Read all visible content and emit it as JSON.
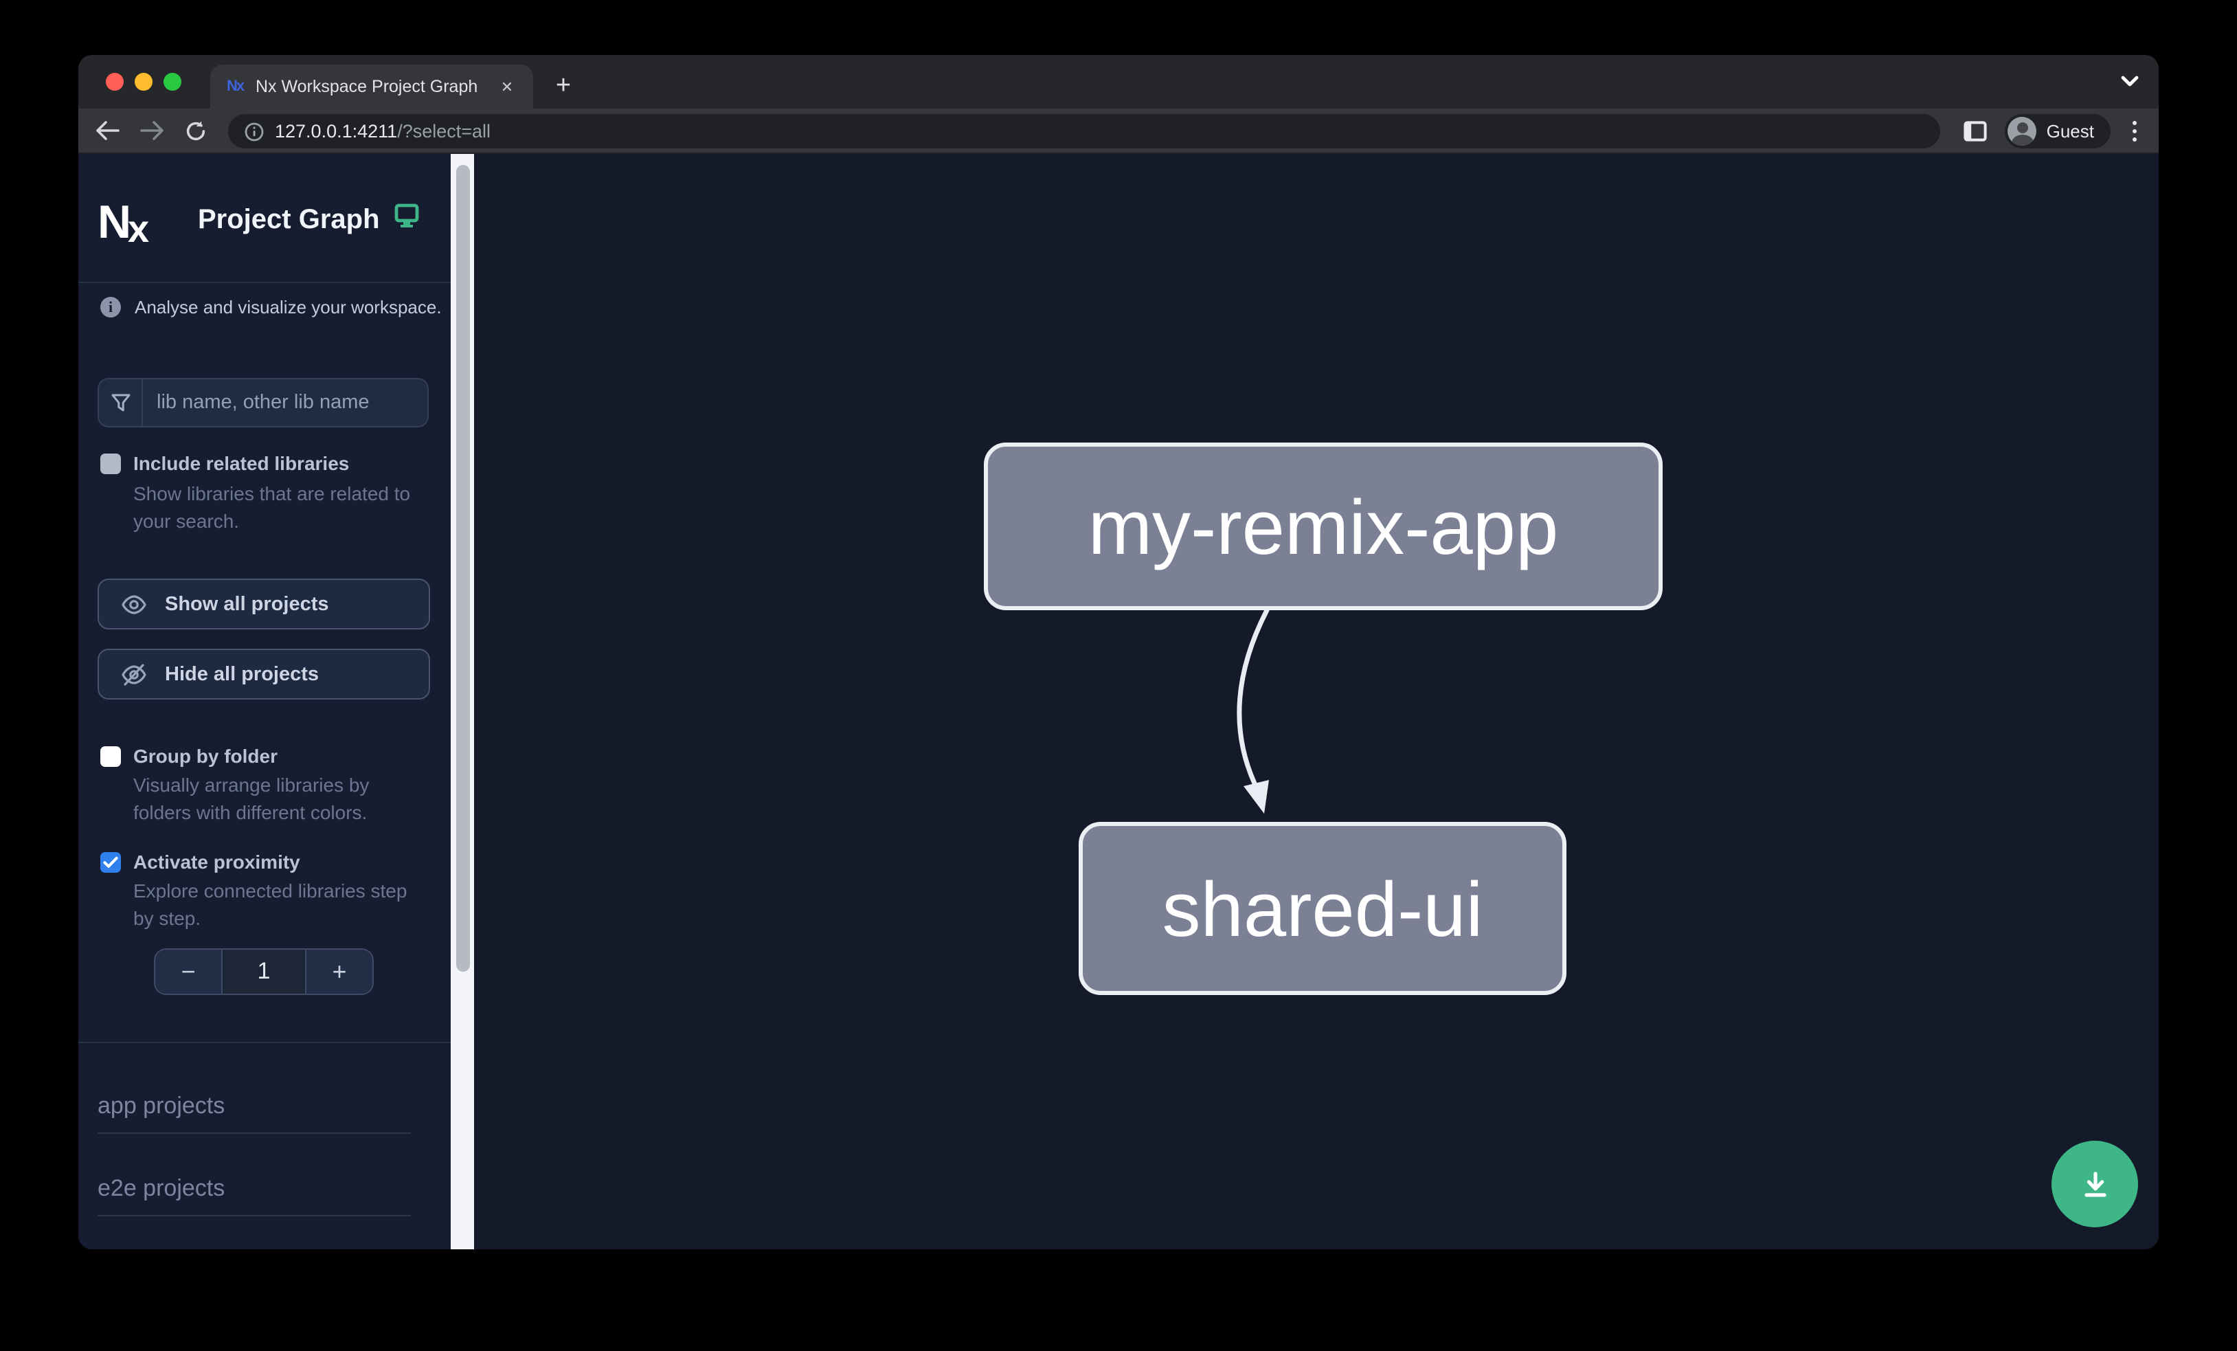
{
  "browser": {
    "tab": {
      "title": "Nx Workspace Project Graph",
      "close_glyph": "✕",
      "new_tab_glyph": "+",
      "favicon_text": "Nx"
    },
    "address": {
      "host": "127.0.0.1:4211",
      "path": "/?select=all"
    },
    "profile": {
      "label": "Guest"
    }
  },
  "sidebar": {
    "brand": "Nx",
    "title": "Project Graph",
    "tagline": "Analyse and visualize your workspace.",
    "search": {
      "placeholder": "lib name, other lib name"
    },
    "options": {
      "include_related": {
        "label": "Include related libraries",
        "desc_line1": "Show libraries that are related to",
        "desc_line2": "your search.",
        "checked": false
      },
      "group_by_folder": {
        "label": "Group by folder",
        "desc_line1": "Visually arrange libraries by",
        "desc_line2": "folders with different colors.",
        "checked": false
      },
      "activate_proximity": {
        "label": "Activate proximity",
        "desc_line1": "Explore connected libraries step",
        "desc_line2": "by step.",
        "checked": true
      }
    },
    "buttons": {
      "show_all": "Show all projects",
      "hide_all": "Hide all projects"
    },
    "stepper": {
      "decrease": "−",
      "value": "1",
      "increase": "+"
    },
    "sections": [
      {
        "label": "app projects"
      },
      {
        "label": "e2e projects"
      }
    ]
  },
  "graph": {
    "nodes": [
      {
        "id": "my-remix-app"
      },
      {
        "id": "shared-ui"
      }
    ],
    "edges": [
      {
        "source": "my-remix-app",
        "target": "shared-ui"
      }
    ]
  },
  "colors": {
    "accent_green": "#3eb687",
    "checkbox_blue": "#2f80ed",
    "node_fill": "#7b8094",
    "node_border": "#eceef4",
    "sidebar_bg": "#161d31",
    "canvas_bg": "#151a2b"
  }
}
